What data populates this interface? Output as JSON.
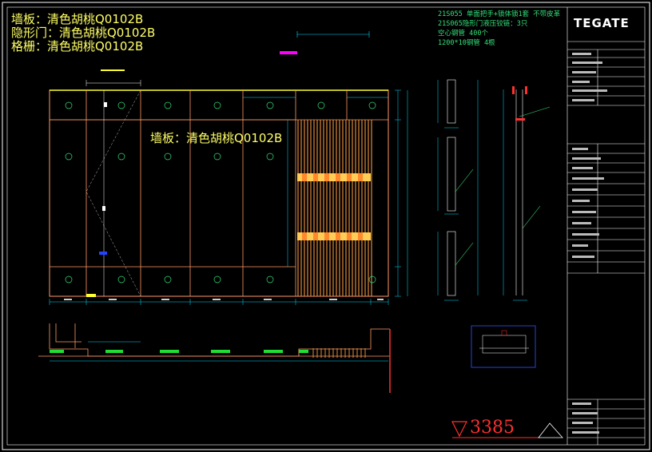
{
  "legend": {
    "wall_panel": "墙板：清色胡桃Q0102B",
    "hidden_door": "隐形门：清色胡桃Q0102B",
    "grille": "格栅：清色胡桃Q0102B"
  },
  "notes": {
    "line1": "21S055 单面把手+锁体锁1套 不带皮革",
    "line2": "21S065隐形门液压铰链：3只",
    "line3": "空心钢管 400个",
    "line4": "1200*10钢管 4根"
  },
  "elevation": {
    "wall_label": "墙板：清色胡桃Q0102B"
  },
  "level_mark": {
    "value": "3385"
  },
  "title_block": {
    "brand": "TEGATE"
  },
  "colors": {
    "background": "#000000",
    "panel_line": "#ff9966",
    "grille": "#e08a3c",
    "dimension": "#00e0ff",
    "text_yellow": "#ffff66",
    "note_green": "#33e07a",
    "level_red": "#ff3030",
    "accent_magenta": "#ff00ff",
    "frame_white": "#ffffff"
  }
}
